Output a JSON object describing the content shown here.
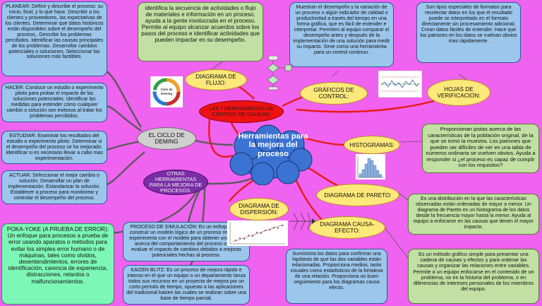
{
  "central": {
    "title": "Herramientas para la mejora del proceso"
  },
  "topics": {
    "ciclo_deming": "EL CICLO DE DEMING",
    "siete_herramientas": "LAS 7 HERRAMIENTAS DE CONTROL DE CALIDAD:",
    "otras_herramientas": "OTRAS HERRAMIENTAS PARA LA MEJORA DE PROCESOS:",
    "diagrama_flujo": "DIAGRAMA DE FLUJO:",
    "graficos_control": "GRÁFICOS DE CONTROL:",
    "hojas_verificacion": "HOJAS DE VERIFICACION:",
    "histogramas": "HISTOGRAMAS:",
    "diagrama_pareto": "DIAGRAMA DE PARETO:",
    "diagrama_causa_efecto": "DIAGRAMA CAUSA-EFECTO:",
    "diagrama_dispersion": "DIAGRAMA DE DISPERSIÓN:"
  },
  "notes": {
    "planear": "PLANEAR: Definir y describe el proceso: su inicio, final, y lo que hace. Describir a los clientes y proveedores, las expectativas de los clientes. Determinar qué datos históricos están disponibles sobre el desempeño del proceso,. Describir los problemas percibidos. Identificar las causas principales de los problemas. Desarrollar cambios potenciales o soluciones. Seleccionar las soluciones más factibles.",
    "hacer": "HACER: Conducir un estudio o experimento piloto para probar el impacto de las soluciones potenciales. Identificar las medidas para entender cómo cualquier cambio o solución son exitosos al tratar los problemas percibidos.",
    "estudiar": "ESTUDIAR: Examinar los resultados del estudio o experimento piloto. Determinar si el desempeño del proceso se ha mejorado. Identificar si es necesario llevar a cabo mas experimentación.",
    "actuar": "ACTUAR: Seleccionar el mejor cambio o solución. Desarrollar un plan de implementación. Estandarizar la solución. Establecer a proceso para monitorear y controlar el desempeño del proceso.",
    "pokayoke": "POKA-YOKE (A PRUEBA DE ERROR): Un enfoque para procesos a prueba de error usando aparatos o métodos para evitar los simples error humano o de máquinas, tales como olvidos, desentendimientos, errores de identificación, carencia de experiencia, distracciones, retardos o malfuncionamientos.",
    "simulacion": "PROCESO DE SIMULACIÓN: Es un enfoque para construir un modelo lógico de un proceso real, y se experimenta con el modelo para obtener una visión acerca del comportamiento del proceso o para evaluar el impacto de cambios debidos a mejoras potenciales hechas al proceso.",
    "kaizen": "KAIZEN BLITZ: Es un proceso de mejora rápido e intenso en el que un equipo o un departamento lanza todos sus recursos en un proyecto de mejora por un corto periodo de tiempo, opuesto a las aplicaciones del tradicional kaizen las cuales se realizan sobre una base de tiempo parcial.",
    "flujo": "identifica la secuencia de actividades o flujo de materiales e información en un proceso, ayuda a la gente involucrada en el proceso. Permite al equipo alcanzar acuerdos sobre los pasos del proceso e identificar actividades que pueden impactar en su desempeño.",
    "control": "Muestran el desempeño y la variación de un proceso o algún indicador de calidad o productividad a través del tiempo en una forma gráfica, que es fácil de entender e interpretar. Permiten al equipo comparar el desempeño antes y después de la implementación de una solución para medir su impacto. Sirve como una herramienta para un control continuo.",
    "verificacion": "Son tipos especiales de formatos para recolectar datos en los que el resultado puede se interpretado en el formato directamente sin procesamiento adicional. Crean datos fáciles de entender. Hace que los patrones en los datos se vuelvan obvios mas rápidamente.",
    "histogramas": "Proporcionan pistas acerca de las características de la población original, de la que se tomó la muestra. Los patrones que pueden ser difíciles de ver en una tabla de números ordinaria se vuelven obvios. Ayuda a responder si ¿el proceso es capaz de cumplir con los requisitos?",
    "pareto": "Es una distribución en la que las características observadas están ordenadas de mayor a menor. Un diagrama de Pareto es un histograma de los datos desde la frecuencia mayor hasta la menor. Ayuda al equipo a enfocarse en las causas que tienen el mayor impacto.",
    "causa": "Es un método gráfico simple para presentar una cadena de causas y efectos y para ordenar las causas y organizar las relaciones entre variables. Permite a un equipo enfocarse en el contenido de un problema, no en la historia del problema, o en diferencias de intereses personales de los miembros del equipo.",
    "dispersion": "Suministra los datos para confirmar una hipótesis de que las dos variables están relacionadas. Proporciona medios, tanto visuales como estadísticos de la fortaleza de una relación. Proporciona un buen seguimiento para los diagramas causa efecto."
  },
  "deming_badge": "Ciclo de Deming",
  "colors": {
    "background": "#f062f0",
    "connector": "#e81a1a",
    "branch": "#5a5a5a"
  }
}
